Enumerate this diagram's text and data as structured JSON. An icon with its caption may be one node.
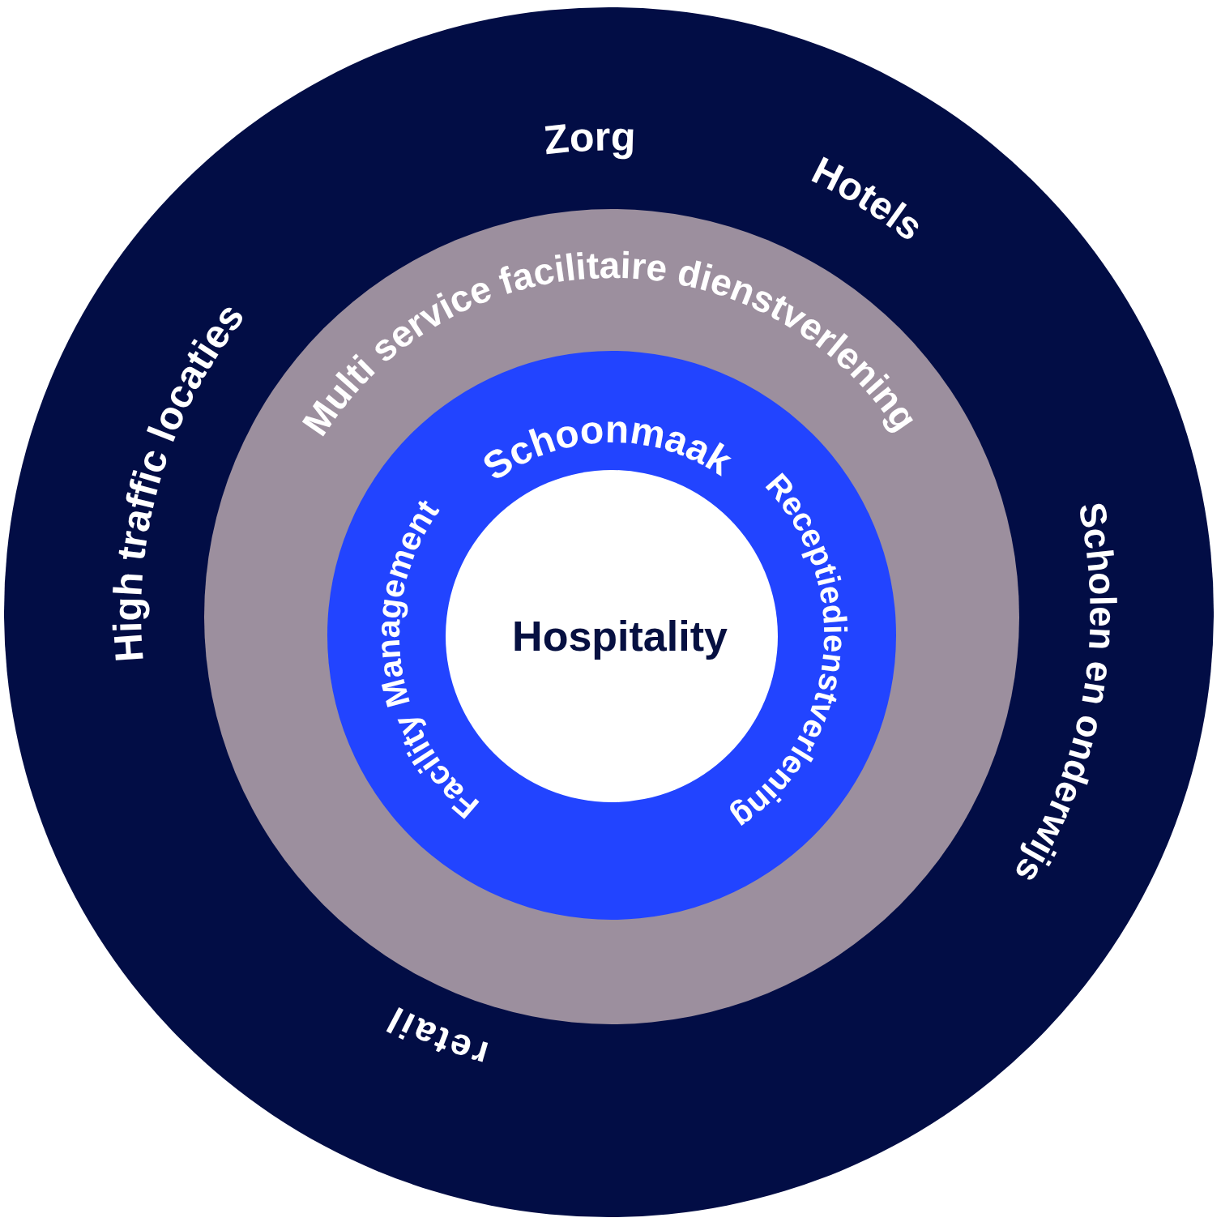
{
  "diagram": {
    "nodes": [
      {
        "text": [
          "Zorg",
          "Hotels",
          "Scholen en onderwijs",
          "retail",
          "High traffic locaties"
        ]
      },
      {
        "text": [
          "Multi service facilitaire dienstverlening"
        ],
        "in": 0
      },
      {
        "text": [
          "Schoonmaak",
          "Facility Management",
          "Receptiedienstverlening"
        ],
        "in": 1
      },
      {
        "text": [
          "Hospitality"
        ],
        "in": 2
      }
    ]
  }
}
